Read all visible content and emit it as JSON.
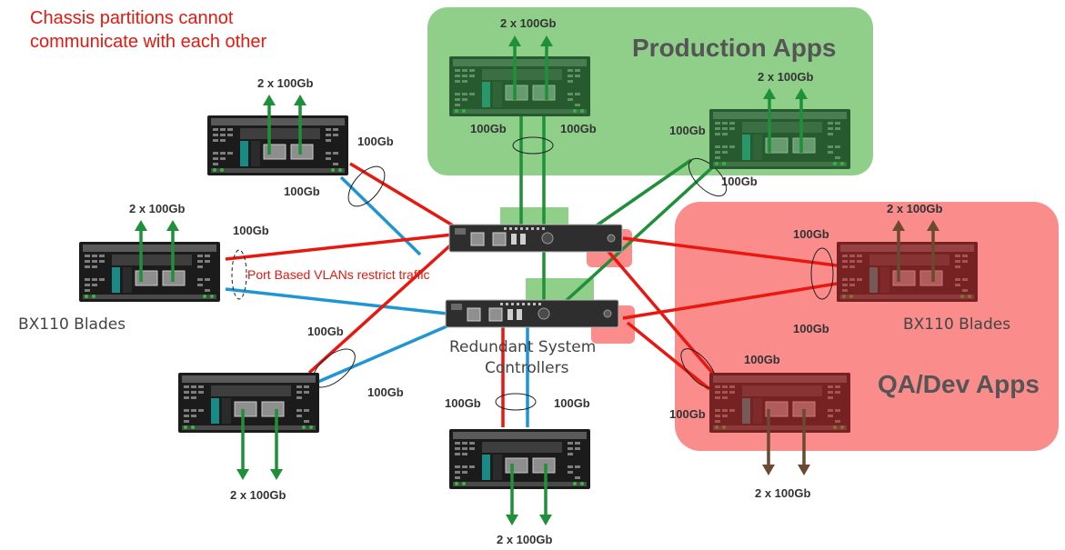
{
  "title_note": [
    "Chassis partitions cannot",
    "communicate with each other"
  ],
  "zones": {
    "production": "Production Apps",
    "qa_dev": "QA/Dev Apps"
  },
  "blades_label_left": "BX110 Blades",
  "blades_label_right": "BX110 Blades",
  "controllers_label": [
    "Redundant System",
    "Controllers"
  ],
  "vlan_note": "Port Based VLANs restrict traffic",
  "uplink_label": "2 x 100Gb",
  "link_label": "100Gb",
  "colors": {
    "production_zone": "#8fcf8a",
    "qa_zone": "#fb8c8c",
    "red_link": "#e8170f",
    "blue_link": "#1f95d3",
    "green_link": "#1f8f3a",
    "brown_arrow": "#6b4a2f"
  }
}
